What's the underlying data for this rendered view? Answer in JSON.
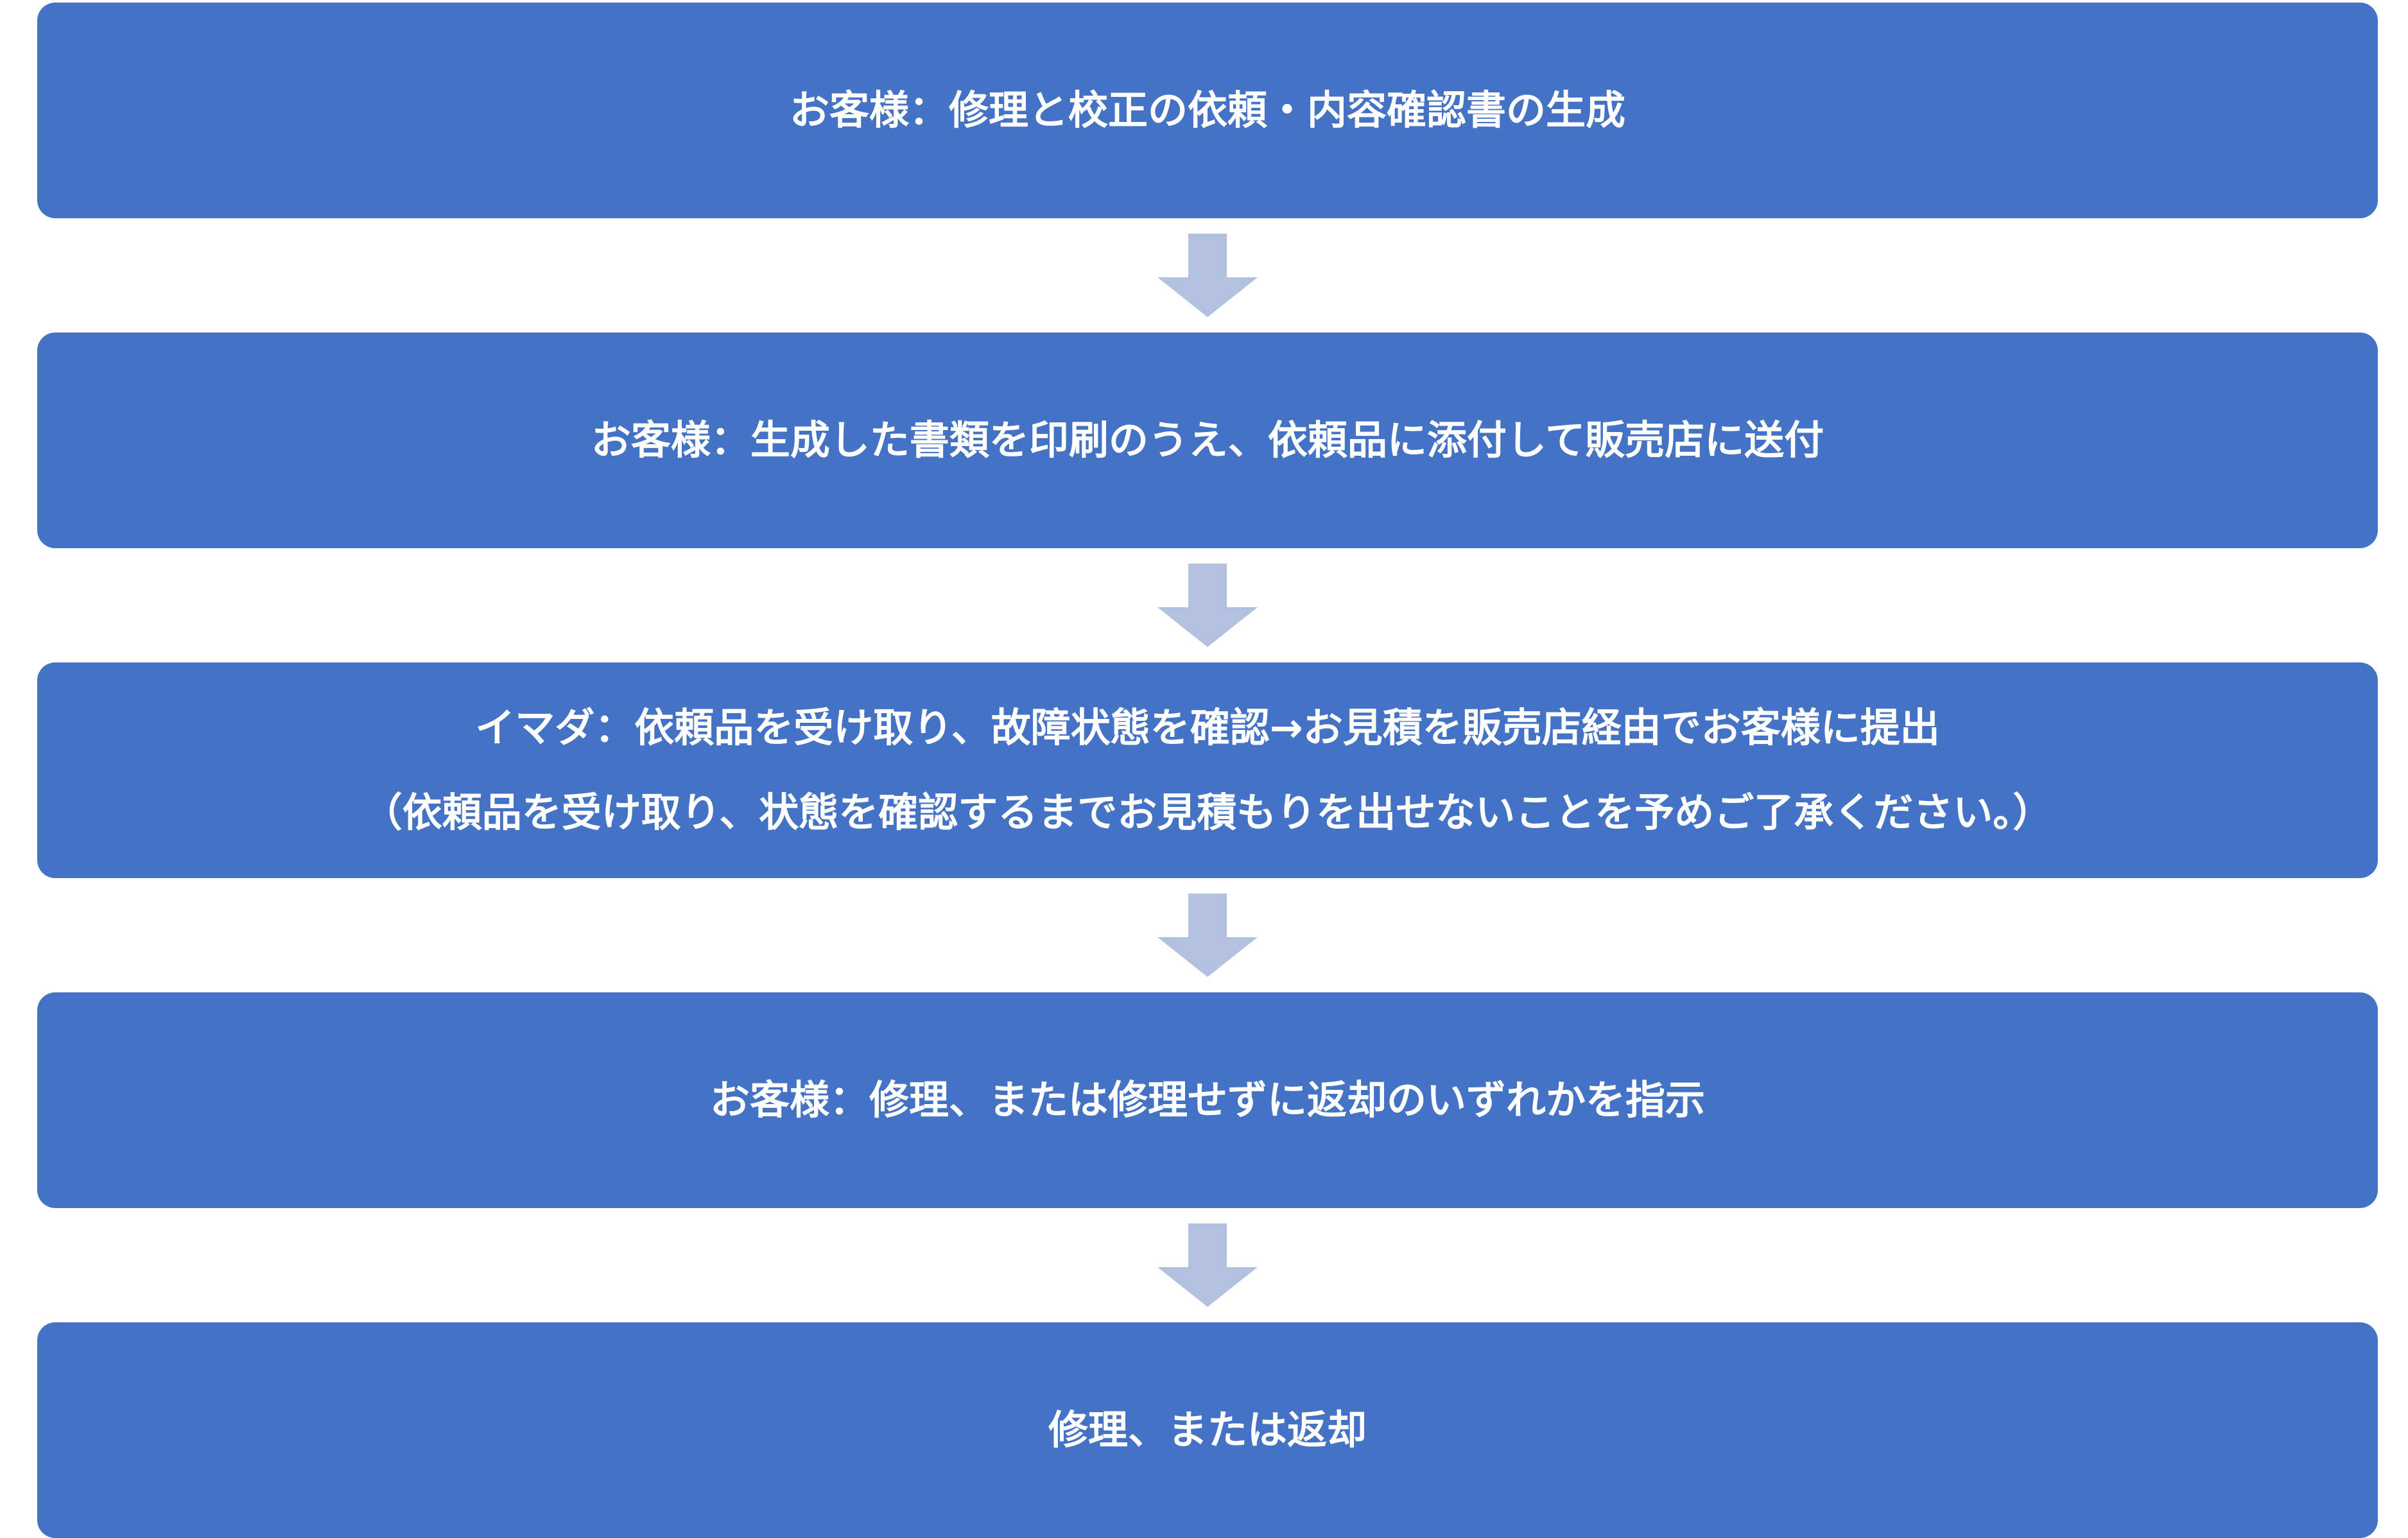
{
  "colors": {
    "box": "#4472c4",
    "arrow": "#b4c0e0",
    "text": "#ffffff"
  },
  "steps": [
    {
      "lines": [
        "お客様：修理と校正の依頼・内容確認書の生成"
      ]
    },
    {
      "lines": [
        "お客様：生成した書類を印刷のうえ、依頼品に添付して販売店に送付"
      ]
    },
    {
      "lines": [
        "イマダ：依頼品を受け取り、故障状態を確認→お見積を販売店経由でお客様に提出",
        "（依頼品を受け取り、状態を確認するまでお見積もりを出せないことを予めご了承ください。）"
      ]
    },
    {
      "lines": [
        "お客様：修理、または修理せずに返却のいずれかを指示"
      ]
    },
    {
      "lines": [
        "修理、または返却"
      ]
    }
  ],
  "arrow_icon": "down-arrow-icon"
}
